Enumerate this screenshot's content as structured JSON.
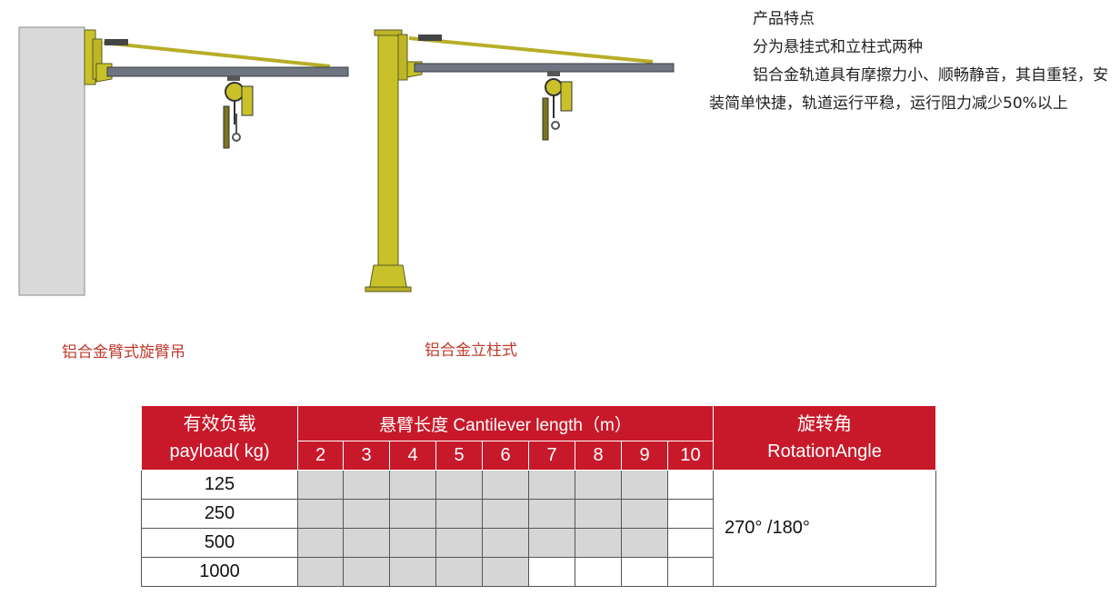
{
  "captions": {
    "wall": "铝合金臂式旋臂吊",
    "pillar": "铝合金立柱式"
  },
  "features": {
    "title": "产品特点",
    "line1": "分为悬挂式和立柱式两种",
    "para": "铝合金轨道具有摩擦力小、顺畅静音，其自重轻，安装简单快捷，轨道运行平稳，运行阻力减少50%以上"
  },
  "table": {
    "payload_header_cn": "有效负载",
    "payload_header_en": "payload( kg)",
    "length_header": "悬臂长度  Cantilever   length（m）",
    "rotation_header_cn": "旋转角",
    "rotation_header_en": "RotationAngle",
    "lengths": [
      "2",
      "3",
      "4",
      "5",
      "6",
      "7",
      "8",
      "9",
      "10"
    ],
    "rows": [
      {
        "payload": "125",
        "available": [
          true,
          true,
          true,
          true,
          true,
          true,
          true,
          true,
          false
        ]
      },
      {
        "payload": "250",
        "available": [
          true,
          true,
          true,
          true,
          true,
          true,
          true,
          true,
          false
        ]
      },
      {
        "payload": "500",
        "available": [
          true,
          true,
          true,
          true,
          true,
          true,
          true,
          true,
          false
        ]
      },
      {
        "payload": "1000",
        "available": [
          true,
          true,
          true,
          true,
          true,
          false,
          false,
          false,
          false
        ]
      }
    ],
    "rotation_value": "270°  /180°"
  },
  "colors": {
    "header_red": "#c8192a",
    "caption_red": "#c0392b",
    "available_gray": "#d6d6d6",
    "crane_yellow": "#c9c12a",
    "rail_gray": "#6e7480",
    "wall_gray": "#d9d9d9"
  }
}
